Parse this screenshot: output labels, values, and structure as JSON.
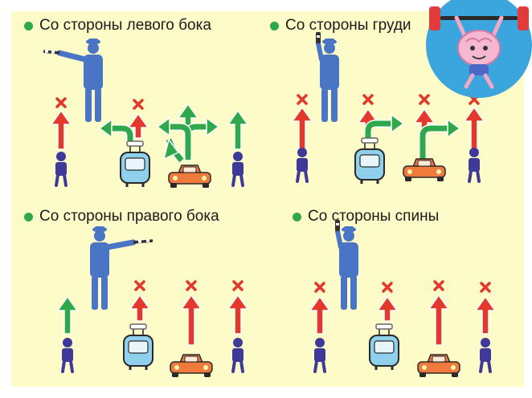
{
  "captions": {
    "left_side": "Со стороны левого бока",
    "chest": "Со стороны груди",
    "right_side": "Со стороны правого бока",
    "back": "Со стороны спины"
  },
  "colors": {
    "background": "#fdfbc8",
    "allowed_arrow": "#2ea84a",
    "forbidden_arrow": "#e3382b",
    "forbidden_mark": "#e3382b",
    "officer": "#4a75c4",
    "pedestrian": "#3f3a9a",
    "tram": "#8fd0ec",
    "car": "#ef7a3c",
    "bullet": "#2ea84a"
  },
  "icons": {
    "badge": "brain-weightlifter-icon",
    "baton": "traffic-baton-icon",
    "forbidden": "red-cross-icon"
  }
}
